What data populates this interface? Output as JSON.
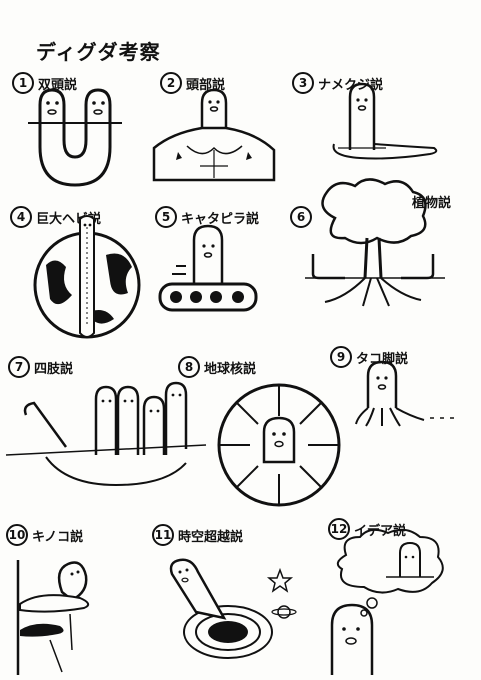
{
  "title": "ディグダ考察",
  "theories": [
    {
      "num": "1",
      "label": "双頭説"
    },
    {
      "num": "2",
      "label": "頭部説"
    },
    {
      "num": "3",
      "label": "ナメクジ説"
    },
    {
      "num": "4",
      "label": "巨大ヘビ説"
    },
    {
      "num": "5",
      "label": "キャタピラ説"
    },
    {
      "num": "6",
      "label": "植物説"
    },
    {
      "num": "7",
      "label": "四肢説"
    },
    {
      "num": "8",
      "label": "地球核説"
    },
    {
      "num": "9",
      "label": "タコ脚説"
    },
    {
      "num": "10",
      "label": "キノコ説"
    },
    {
      "num": "11",
      "label": "時空超越説"
    },
    {
      "num": "12",
      "label": "イデア説"
    }
  ]
}
